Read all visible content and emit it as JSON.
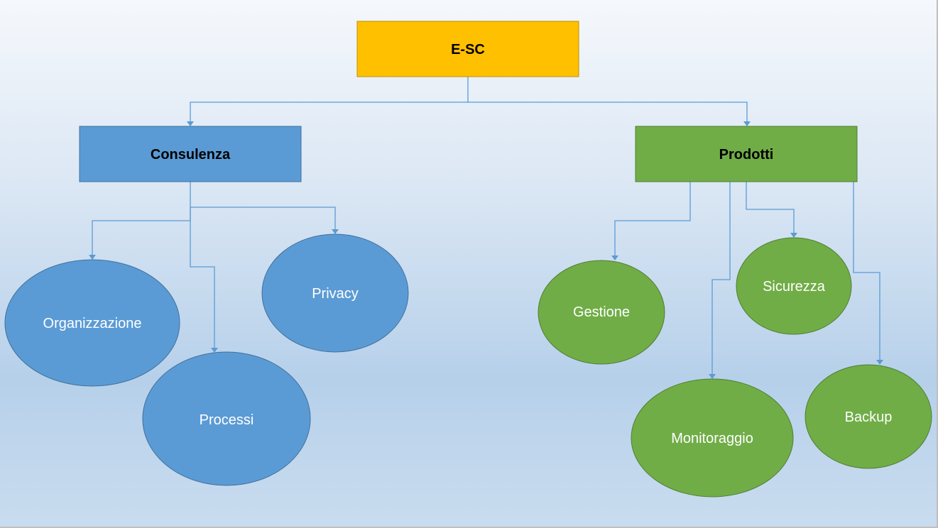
{
  "diagram": {
    "root": {
      "id": "esc",
      "label": "E-SC",
      "fill": "#FFC000",
      "stroke": "#BF9000"
    },
    "categories": [
      {
        "id": "consulenza",
        "label": "Consulenza",
        "fill": "#5B9BD5",
        "stroke": "#41719C",
        "children": [
          {
            "id": "organizzazione",
            "label": "Organizzazione"
          },
          {
            "id": "processi",
            "label": "Processi"
          },
          {
            "id": "privacy",
            "label": "Privacy"
          }
        ]
      },
      {
        "id": "prodotti",
        "label": "Prodotti",
        "fill": "#70AD47",
        "stroke": "#507E32",
        "children": [
          {
            "id": "gestione",
            "label": "Gestione"
          },
          {
            "id": "monitoraggio",
            "label": "Monitoraggio"
          },
          {
            "id": "sicurezza",
            "label": "Sicurezza"
          },
          {
            "id": "backup",
            "label": "Backup"
          }
        ]
      }
    ],
    "connector_color": "#5B9BD5"
  }
}
